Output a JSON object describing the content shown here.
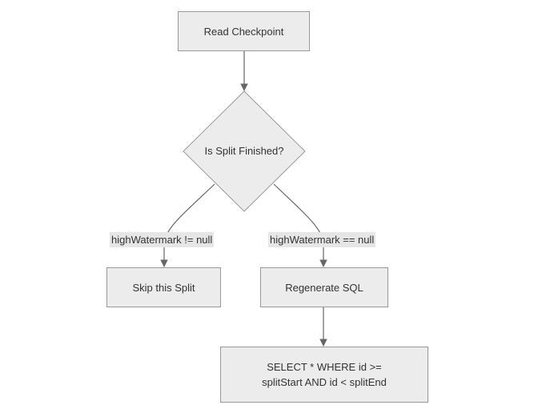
{
  "nodes": {
    "read_checkpoint": "Read Checkpoint",
    "is_split_finished": "Is Split Finished?",
    "skip_split": "Skip this Split",
    "regenerate_sql": "Regenerate SQL",
    "select_sql_line1": "SELECT * WHERE id >=",
    "select_sql_line2": "splitStart AND id < splitEnd"
  },
  "edges": {
    "not_null_label": "highWatermark != null",
    "null_label": "highWatermark == null"
  },
  "colors": {
    "node_fill": "#ececec",
    "node_stroke": "#999999",
    "edge_stroke": "#666666",
    "label_bg": "#e6e6e6",
    "text": "#333333"
  }
}
